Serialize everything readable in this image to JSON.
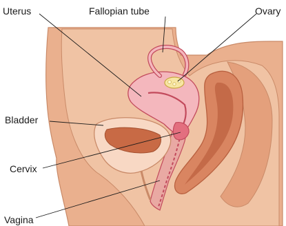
{
  "labels": {
    "uterus": "Uterus",
    "fallopian_tube": "Fallopian tube",
    "ovary": "Ovary",
    "bladder": "Bladder",
    "cervix": "Cervix",
    "vagina": "Vagina"
  },
  "colors": {
    "skin_outer": "#eab08e",
    "skin_inner": "#f0c3a4",
    "skin_outline": "#c98a68",
    "organ_pink": "#f4b7bd",
    "organ_outline": "#c24a5c",
    "rectum": "#d98561",
    "rectum_inner": "#c46a48",
    "bladder_fill": "#f8d8c4",
    "bladder_inner": "#c86a45",
    "ovary": "#f7e6a3",
    "leader_line": "#1a1a1a"
  }
}
